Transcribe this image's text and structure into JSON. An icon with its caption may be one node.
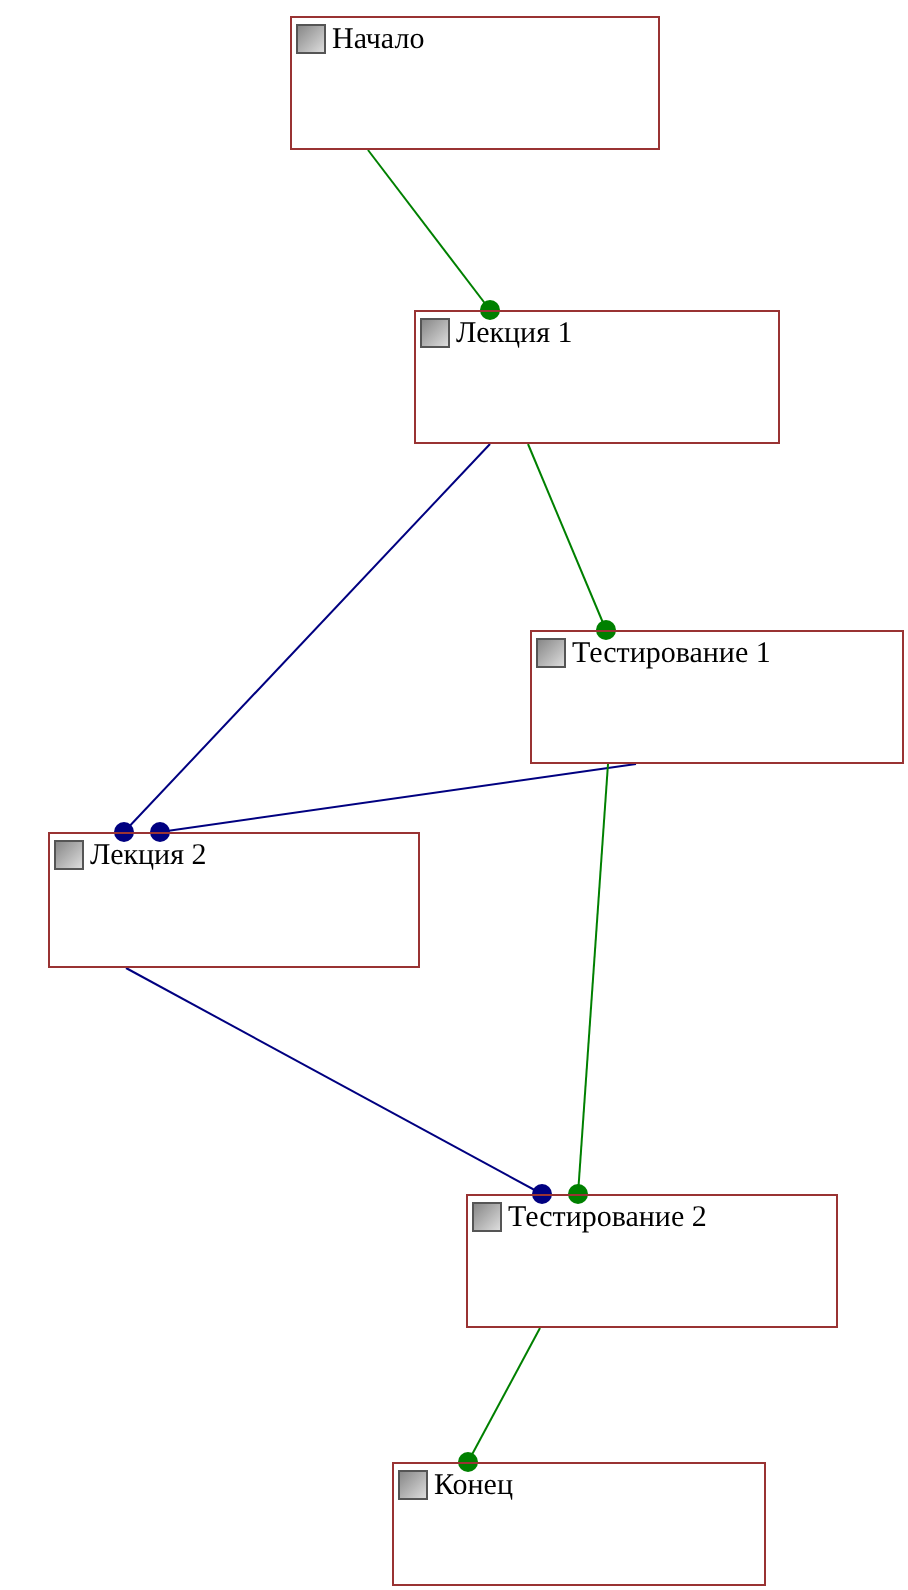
{
  "diagram": {
    "nodes": [
      {
        "text": [
          "Начало"
        ]
      },
      {
        "text": [
          "Лекция 1"
        ]
      },
      {
        "text": [
          "Тестирование 1"
        ]
      },
      {
        "text": [
          "Лекция 2"
        ]
      },
      {
        "text": [
          "Тестирование 2"
        ]
      },
      {
        "text": [
          "Конец"
        ]
      }
    ],
    "edges": [
      {
        "from": 0,
        "to": 1,
        "arrow": "other"
      },
      {
        "from": 1,
        "to": 2,
        "arrow": "other"
      },
      {
        "from": 1,
        "to": 3,
        "arrow": "other",
        "color": "#000080"
      },
      {
        "from": 2,
        "to": 3,
        "arrow": "other",
        "color": "#000080"
      },
      {
        "from": 2,
        "to": 4,
        "arrow": "other"
      },
      {
        "from": 3,
        "to": 4,
        "arrow": "other",
        "color": "#000080"
      },
      {
        "from": 4,
        "to": 5,
        "arrow": "other"
      }
    ]
  }
}
